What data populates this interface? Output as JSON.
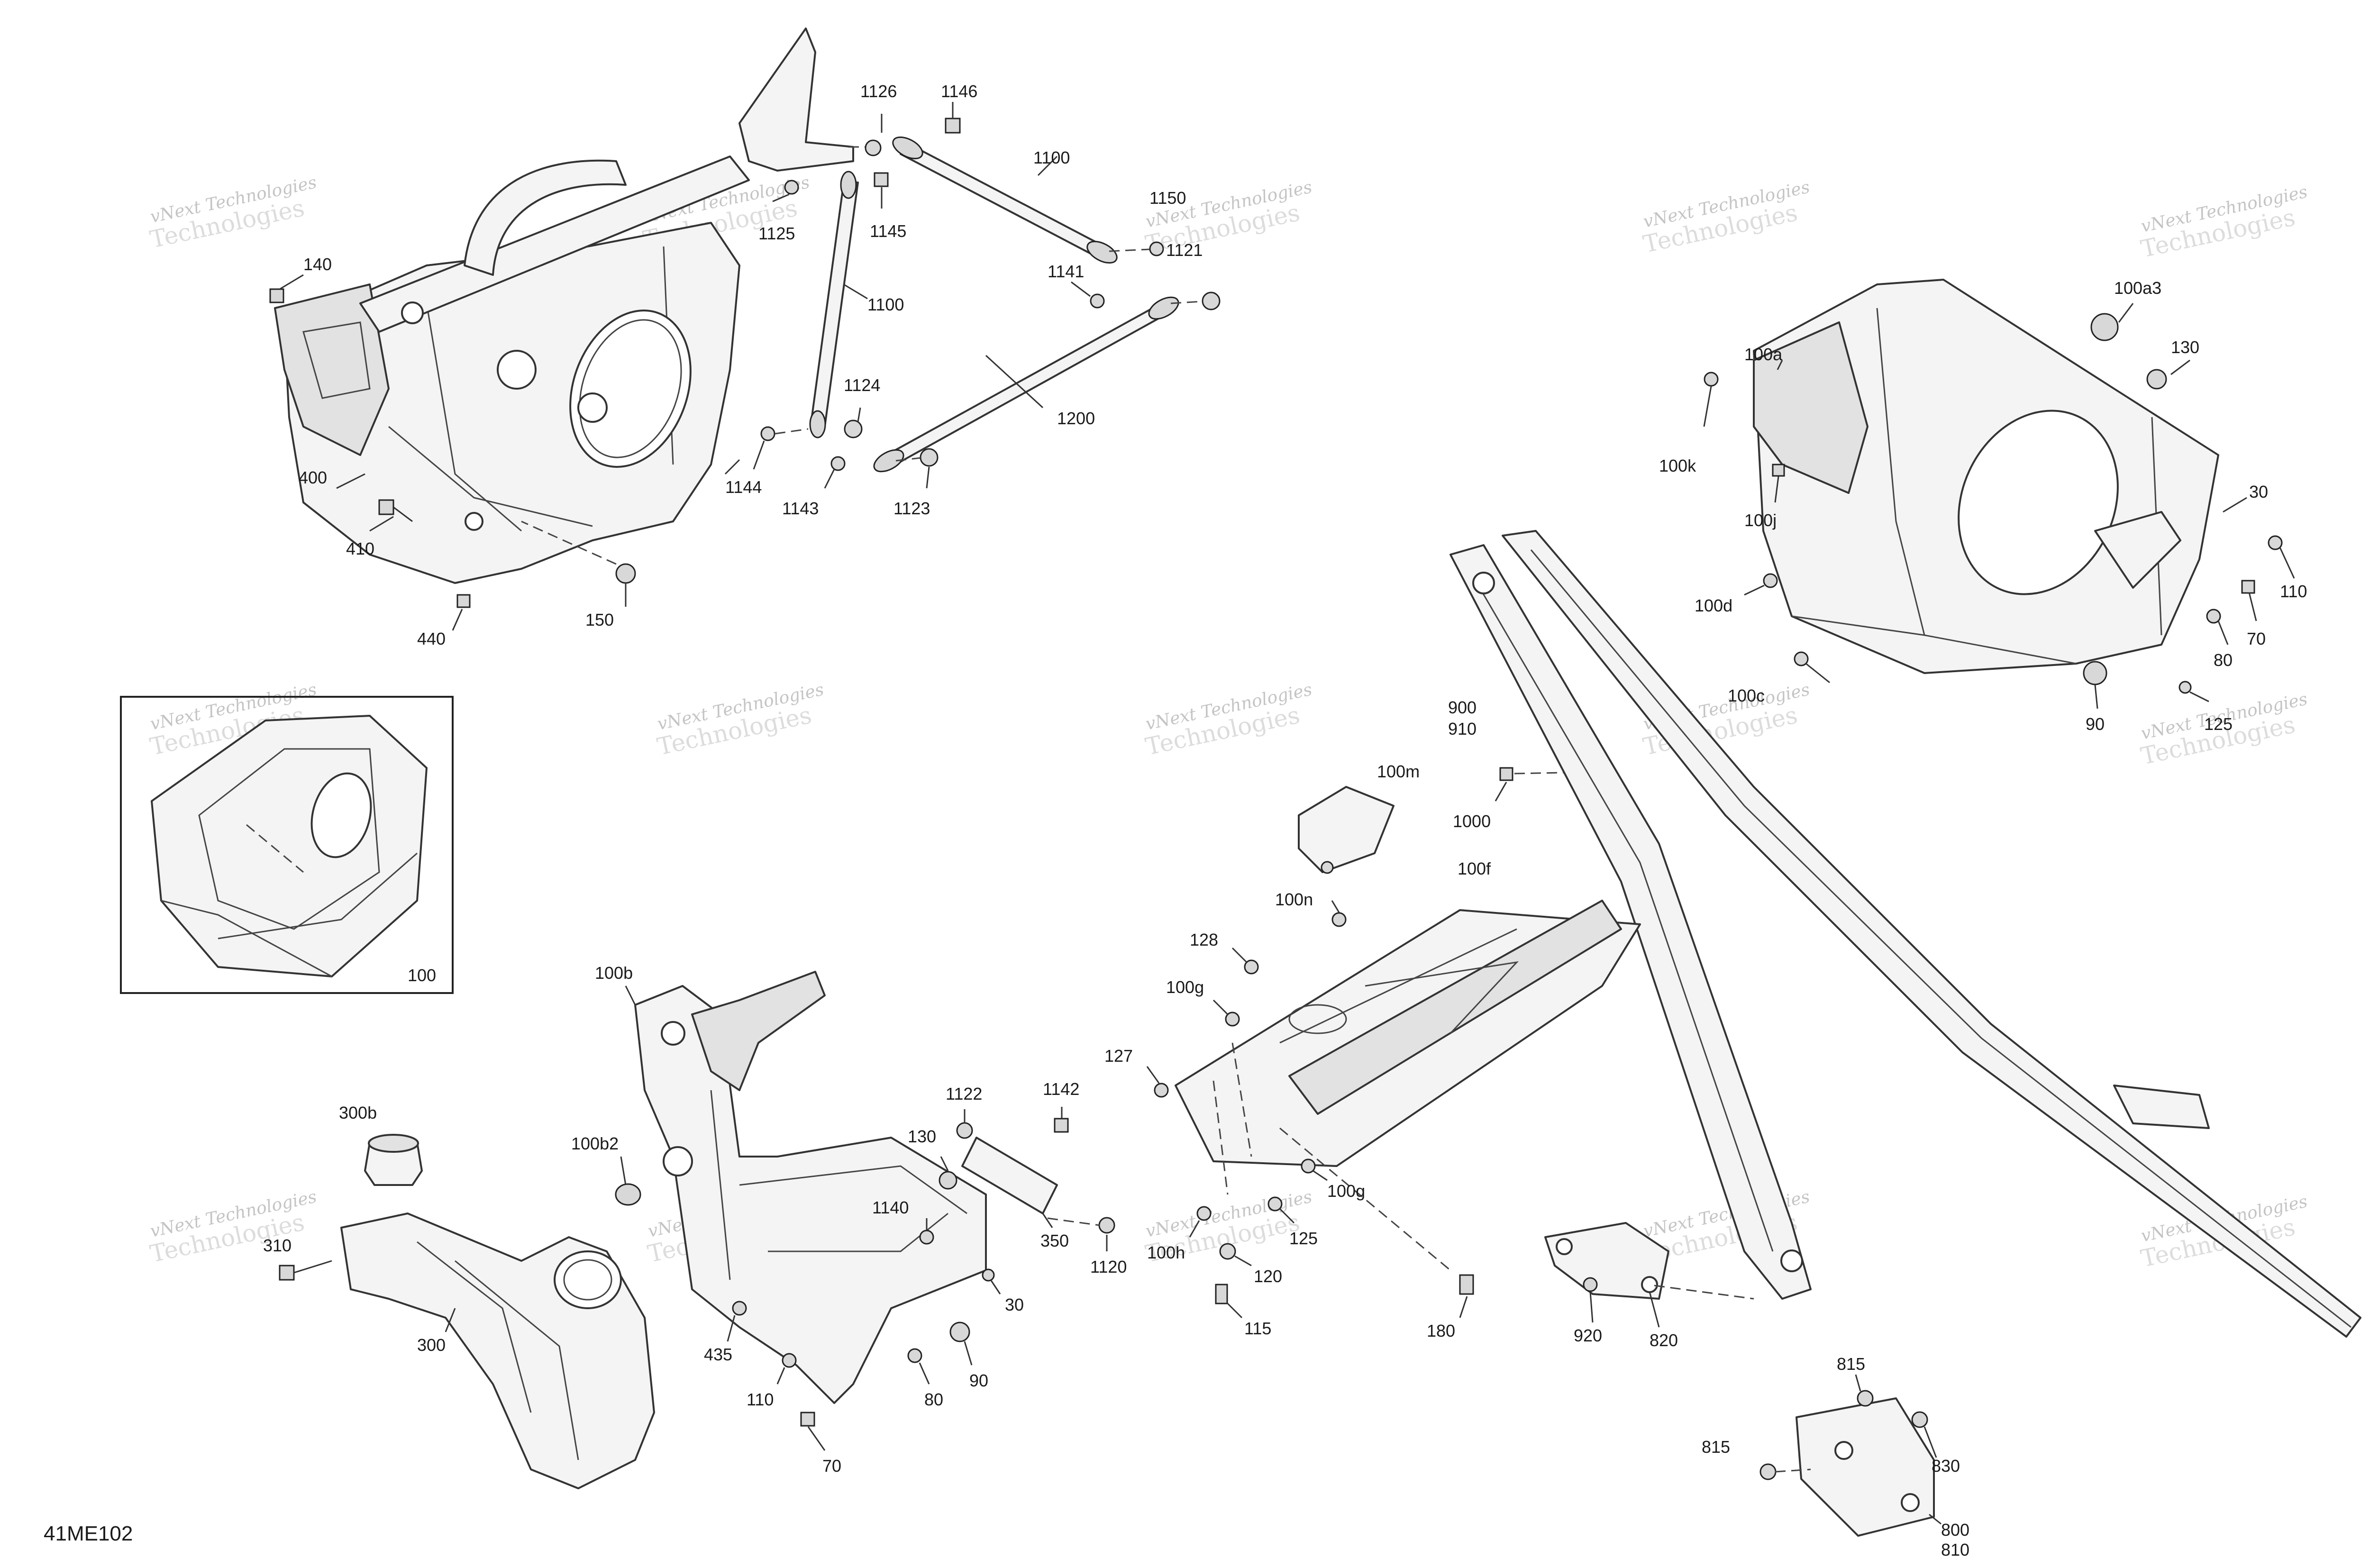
{
  "diagram_code": "41ME102",
  "watermark": {
    "line1": "vNext Technologies",
    "line2": "Technologies"
  },
  "inset_label": "100",
  "callouts": {
    "c1126": "1126",
    "c1146": "1146",
    "c1100a": "1100",
    "c1100b": "1100",
    "c1150": "1150",
    "c1121": "1121",
    "c1125": "1125",
    "c1145": "1145",
    "c140": "140",
    "c1141": "1141",
    "c1124": "1124",
    "c1200": "1200",
    "c400": "400",
    "c1144": "1144",
    "c1143": "1143",
    "c1123": "1123",
    "c410": "410",
    "c150": "150",
    "c440": "440",
    "c100a3": "100a3",
    "c100a": "100a",
    "c130a": "130",
    "c100k": "100k",
    "c100j": "100j",
    "c30a": "30",
    "c110a": "110",
    "c100d": "100d",
    "c70a": "70",
    "c80a": "80",
    "c100c": "100c",
    "c90a": "90",
    "c125a": "125",
    "c900": "900",
    "c910": "910",
    "c100m": "100m",
    "c1000": "1000",
    "c100f": "100f",
    "c100n": "100n",
    "c128": "128",
    "c100g1": "100g",
    "c127": "127",
    "c100g2": "100g",
    "c125b": "125",
    "c100h": "100h",
    "c120": "120",
    "c115": "115",
    "c180": "180",
    "c100b": "100b",
    "c300b": "300b",
    "c100b2": "100b2",
    "c1122": "1122",
    "c1142": "1142",
    "c130b": "130",
    "c1140": "1140",
    "c350": "350",
    "c1120": "1120",
    "c30b": "30",
    "c310": "310",
    "c300": "300",
    "c435": "435",
    "c110b": "110",
    "c90b": "90",
    "c80b": "80",
    "c70b": "70",
    "c920": "920",
    "c820": "820",
    "c815a": "815",
    "c815b": "815",
    "c830": "830",
    "c800": "800",
    "c810": "810"
  }
}
